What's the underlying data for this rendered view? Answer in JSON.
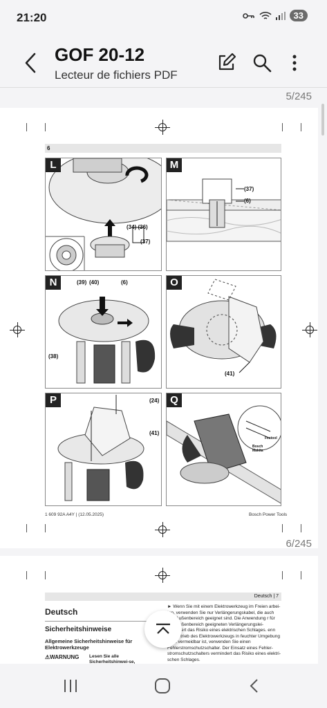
{
  "status": {
    "time": "21:20",
    "battery": "33"
  },
  "appbar": {
    "title": "GOF 20-12",
    "subtitle": "Lecteur de fichiers PDF"
  },
  "pages": {
    "indicator_top": "5/245",
    "indicator_bottom": "6/245"
  },
  "page6": {
    "header_num": "6",
    "panels": {
      "L": {
        "label": "L",
        "callouts": [
          "(34) (36)",
          "(37)"
        ]
      },
      "M": {
        "label": "M",
        "callouts": [
          "(37)",
          "(6)"
        ]
      },
      "N": {
        "label": "N",
        "callouts": [
          "(39)",
          "(40)",
          "(6)",
          "(38)"
        ]
      },
      "O": {
        "label": "O",
        "callouts": [
          "(41)"
        ]
      },
      "P": {
        "label": "P",
        "callouts": [
          "(24)",
          "(41)"
        ]
      },
      "Q": {
        "label": "Q",
        "callouts": [
          "Festool",
          "Bosch Makita"
        ]
      }
    },
    "footer_left": "1 609 92A A4Y | (12.05.2025)",
    "footer_right": "Bosch Power Tools"
  },
  "page7": {
    "header": "Deutsch | 7",
    "h1": "Deutsch",
    "h2": "Sicherheitshinweise",
    "h3": "Allgemeine Sicherheitshinweise für Elektrowerkzeuge",
    "warning": "WARNUNG",
    "warning_text": "Lesen Sie alle Sicherheitshinwei-se, Anweisungen, Bebilderungen",
    "right_col": "Wenn Sie mit einem Elektrowerkzeug im Freien arbei-ten, verwenden Sie nur Verlängerungskabel, die auch den Außenbereich geeignet sind. Die Anwendung r für den Außenbereich geeigneten Verlängerungslei-verringert das Risiko eines elektrischen Schlages. enn der Betrieb des Elektrowerkzeugs in feuchter Umgebung nicht vermeidbar ist, verwenden Sie einen Fehlerstromschutzschalter. Der Einsatz eines Fehler-stromschutzschalters vermindert das Risiko eines elektri-schen Schlages."
  },
  "icons": [
    "back-arrow-icon",
    "edit-icon",
    "search-icon",
    "more-icon",
    "chevron-up-icon",
    "recents-icon",
    "home-icon",
    "nav-back-icon"
  ]
}
